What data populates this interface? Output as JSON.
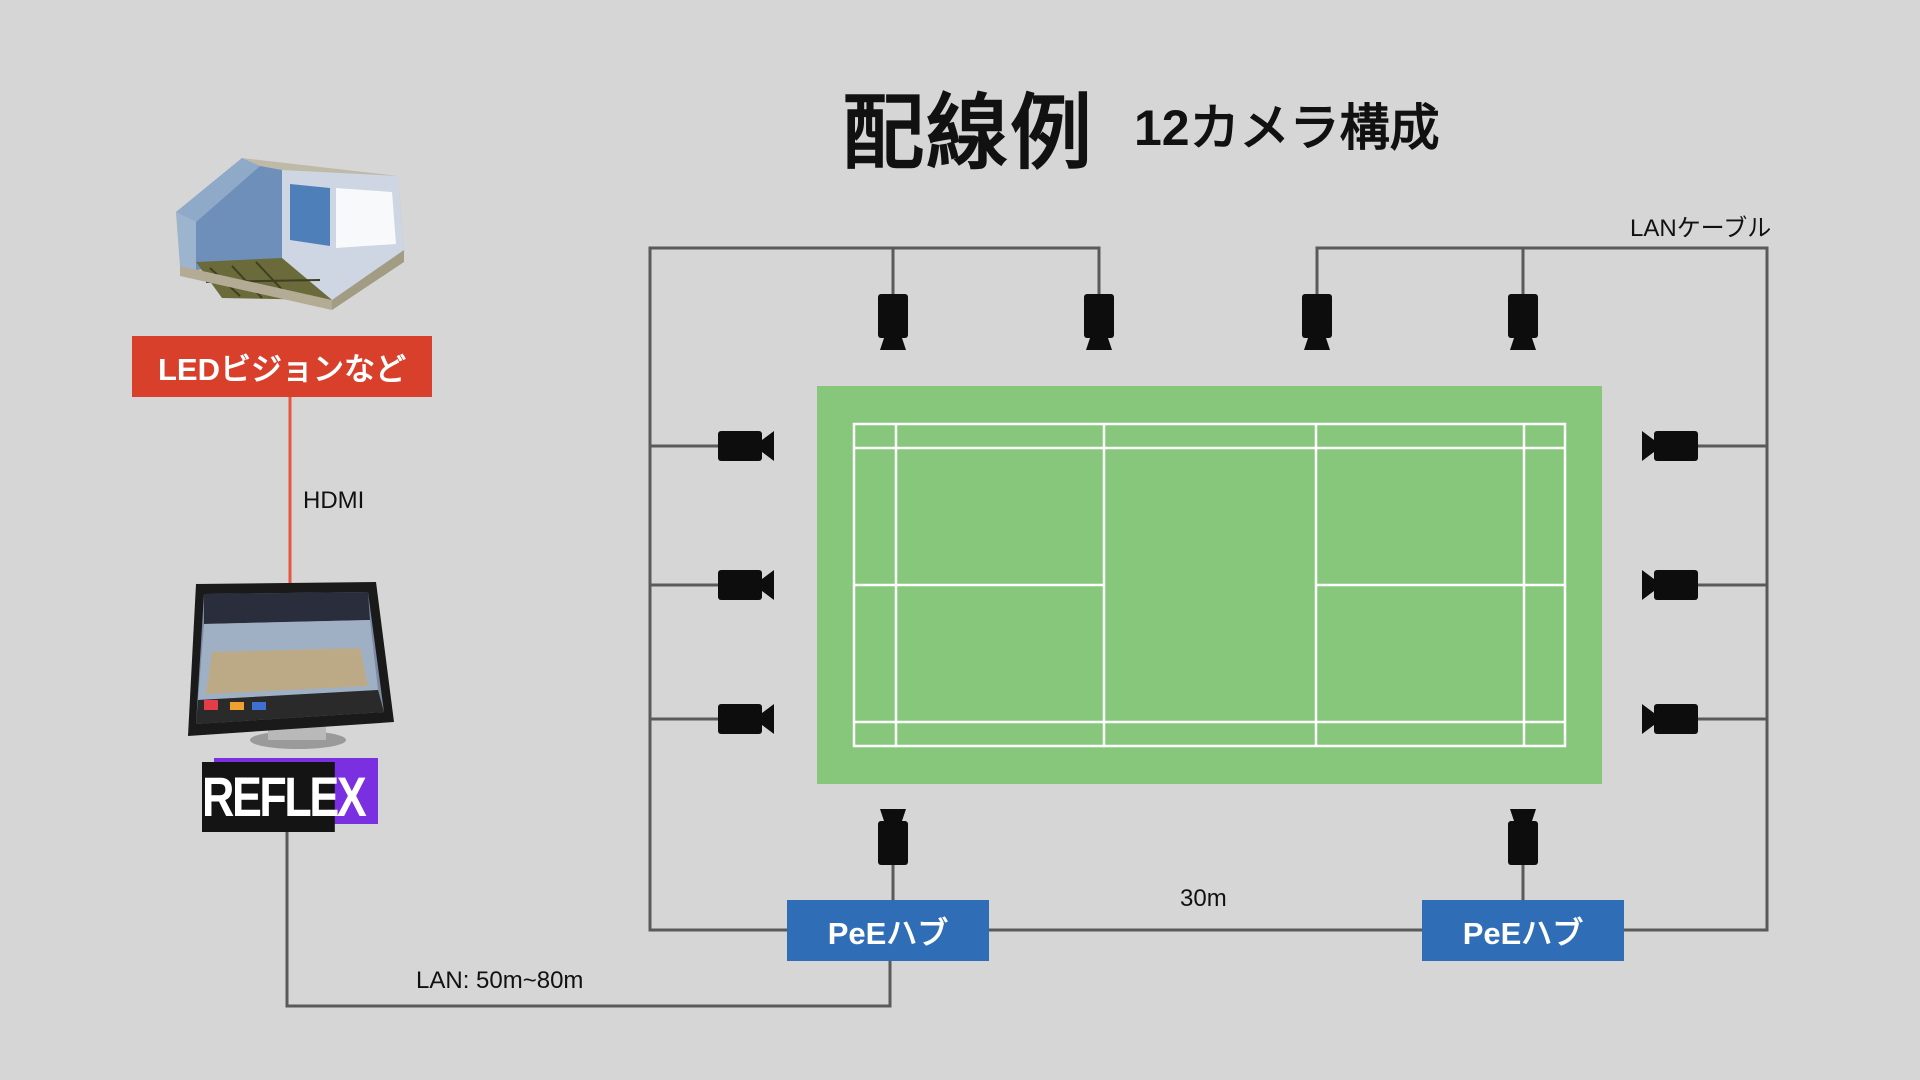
{
  "title": {
    "main": "配線例",
    "sub": "12カメラ構成"
  },
  "labels": {
    "lan_cable": "LANケーブル",
    "hdmi": "HDMI",
    "distance_hubs": "30m",
    "lan_length": "LAN: 50m~80m"
  },
  "devices": {
    "led_vision": "LEDビジョンなど",
    "reflex_logo": "REFLEX",
    "hub_left": "PeEハブ",
    "hub_right": "PeEハブ"
  },
  "colors": {
    "background": "#d6d6d6",
    "led_box": "#d8402c",
    "hdmi_line": "#e8563f",
    "hub_box": "#2f6db6",
    "court_green": "#86c77b",
    "court_lines": "#ffffff",
    "cable_lines": "#5a5a5a",
    "camera": "#0d0d0d",
    "reflex_accent": "#7a2fe0"
  },
  "icons": {
    "camera": "video-camera-icon",
    "scoreboard": "led-scoreboard-icon",
    "tablet": "tablet-kiosk-icon"
  }
}
